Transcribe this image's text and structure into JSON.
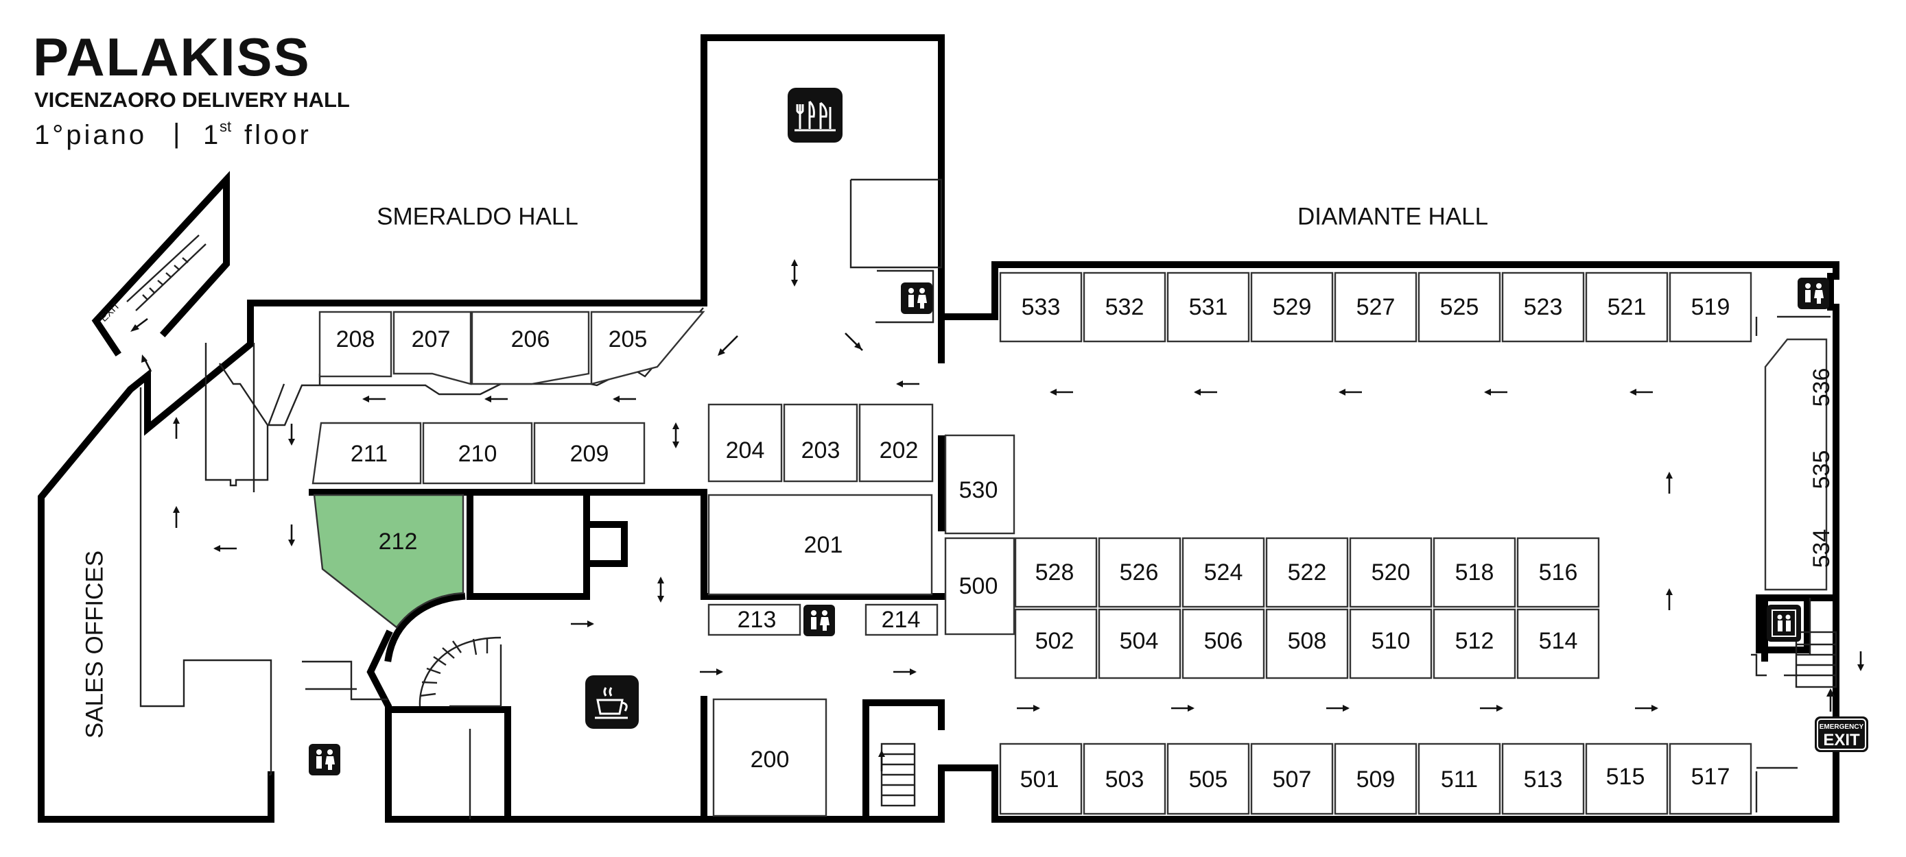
{
  "header": {
    "brand": "PALAKISS",
    "subtitle": "VICENZAORO DELIVERY HALL",
    "floor_it": "1°piano",
    "separator": "|",
    "floor_en_num": "1",
    "floor_en_sup": "st",
    "floor_en_word": "floor"
  },
  "halls": {
    "smeraldo": "SMERALDO HALL",
    "diamante": "DIAMANTE HALL",
    "sales": "SALES OFFICES"
  },
  "signs": {
    "stair_exit": "EXIT",
    "emergency_top": "EMERGENCY",
    "emergency_exit": "EXIT"
  },
  "booths": {
    "b208": "208",
    "b207": "207",
    "b206": "206",
    "b205": "205",
    "b211": "211",
    "b210": "210",
    "b209": "209",
    "b204": "204",
    "b203": "203",
    "b202": "202",
    "b212": "212",
    "b201": "201",
    "b213": "213",
    "b214": "214",
    "b200": "200",
    "b530": "530",
    "b500": "500",
    "b533": "533",
    "b532": "532",
    "b531": "531",
    "b529": "529",
    "b527": "527",
    "b525": "525",
    "b523": "523",
    "b521": "521",
    "b519": "519",
    "b528": "528",
    "b526": "526",
    "b524": "524",
    "b522": "522",
    "b520": "520",
    "b518": "518",
    "b516": "516",
    "b502": "502",
    "b504": "504",
    "b506": "506",
    "b508": "508",
    "b510": "510",
    "b512": "512",
    "b514": "514",
    "b501": "501",
    "b503": "503",
    "b505": "505",
    "b507": "507",
    "b509": "509",
    "b511": "511",
    "b513": "513",
    "b515": "515",
    "b517": "517",
    "b536": "536",
    "b535": "535",
    "b534": "534"
  },
  "icons": {
    "restaurant": "restaurant-icon",
    "cafe": "coffee-cup-icon",
    "restroom": "restroom-icon",
    "elevator": "elevator-icon",
    "emergency_exit": "emergency-exit-icon",
    "direction": "direction-arrow-icon"
  },
  "colors": {
    "highlight_booth": "#88c78a",
    "walls": "#000000",
    "background": "#ffffff"
  }
}
